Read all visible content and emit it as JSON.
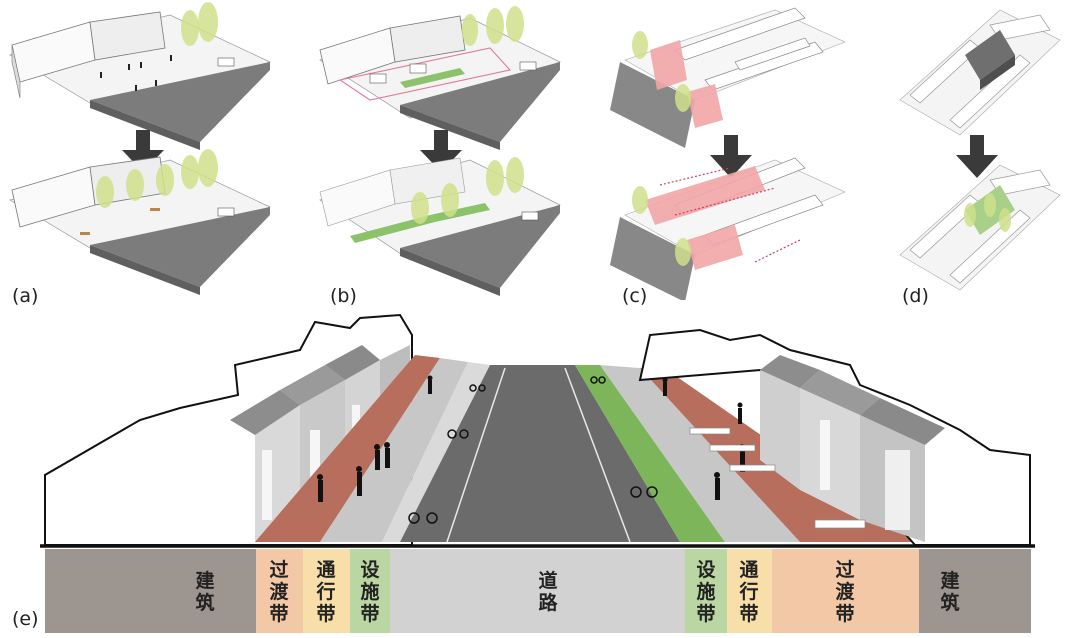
{
  "panels": {
    "a": {
      "label": "(a)"
    },
    "b": {
      "label": "(b)"
    },
    "c": {
      "label": "(c)"
    },
    "d": {
      "label": "(d)"
    },
    "e": {
      "label": "(e)"
    }
  },
  "section_bar": {
    "zones": [
      {
        "key": "building_left",
        "text": "建筑",
        "color": "#9c9590"
      },
      {
        "key": "transition_left",
        "text": "过渡带",
        "color": "#f3c8a6"
      },
      {
        "key": "walkway_left",
        "text": "通行带",
        "color": "#f8dfaa"
      },
      {
        "key": "facility_left",
        "text": "设施带",
        "color": "#b9d6a3"
      },
      {
        "key": "road",
        "text": "道路",
        "color": "#d2d2d2"
      },
      {
        "key": "facility_right",
        "text": "设施带",
        "color": "#b9d6a3"
      },
      {
        "key": "walkway_right",
        "text": "通行带",
        "color": "#f8dfaa"
      },
      {
        "key": "transition_right",
        "text": "过渡带",
        "color": "#f3c8a6"
      },
      {
        "key": "building_right",
        "text": "建筑",
        "color": "#9c9590"
      }
    ]
  },
  "colors": {
    "arrow": "#3a3a3a",
    "tree": "#cfe08a",
    "pink": "#f2a6a6",
    "paving_red": "#b86e5c",
    "road": "#6b6b6b",
    "green_strip": "#7cb55a"
  }
}
